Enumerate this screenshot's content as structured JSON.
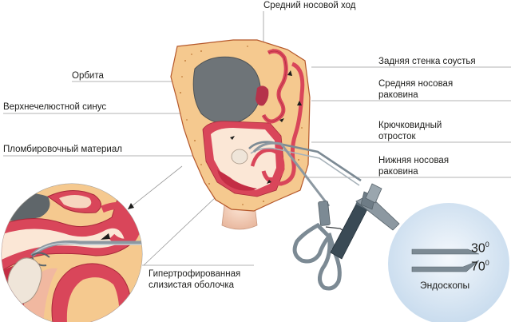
{
  "labels": {
    "middle_meatus": "Средний носовой ход",
    "orbit": "Орбита",
    "maxillary_sinus": "Верхнечелюстной синус",
    "filling_material": "Пломбировочный материал",
    "posterior_ostium_wall": "Задняя стенка соустья",
    "middle_turbinate_1": "Средняя носовая",
    "middle_turbinate_2": "раковина",
    "uncinate_1": "Крючковидный",
    "uncinate_2": "отросток",
    "inferior_turbinate_1": "Нижняя носовая",
    "inferior_turbinate_2": "раковина",
    "hypertrophied_mucosa_1": "Гипертрофированная",
    "hypertrophied_mucosa_2": "слизистая оболочка"
  },
  "endoscopes_inset": {
    "angle_30": "30",
    "angle_70": "70",
    "degree_mark": "0",
    "caption": "Эндоскопы"
  },
  "colors": {
    "bone": "#f5c98f",
    "bone_outline": "#b5572a",
    "mucosa": "#d9465a",
    "mucosa_dark": "#a8283a",
    "sinus_air": "#fbe7d6",
    "orbit": "#6e7478",
    "instrument": "#7c8a94",
    "leader_line": "#8a8a8a",
    "inset_blue": "#d6e6f3"
  }
}
